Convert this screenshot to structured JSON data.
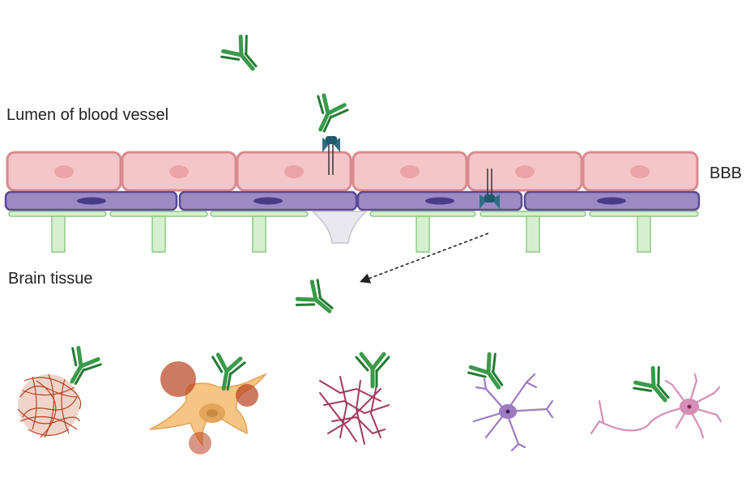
{
  "labels": {
    "lumen": "Lumen of blood vessel",
    "brain_tissue": "Brain tissue",
    "bbb": "BBB"
  },
  "colors": {
    "endothelial_fill": "#f5c6c8",
    "endothelial_stroke": "#d98a8e",
    "endothelial_nucleus": "#eaa3a6",
    "pericyte_fill": "#9b8ac4",
    "pericyte_stroke": "#5b4a95",
    "pericyte_nucleus": "#4a3a8a",
    "astrocyte_fill": "#d6f0cf",
    "astrocyte_stroke": "#8fc987",
    "antibody": "#3a9a4a",
    "antibody_dark": "#237a33",
    "receptor": "#2f6f85",
    "amyloid": "#b8421f",
    "microglia": "#f6c483",
    "tau": "#a33a5c",
    "neuron_purple": "#9d7ac0",
    "neuron_pink": "#d58fb7"
  },
  "icons": [
    "antibody-icon",
    "receptor-icon",
    "amyloid-plaque-icon",
    "microglia-icon",
    "tau-tangle-icon",
    "neuron-icon",
    "arrow-icon"
  ]
}
